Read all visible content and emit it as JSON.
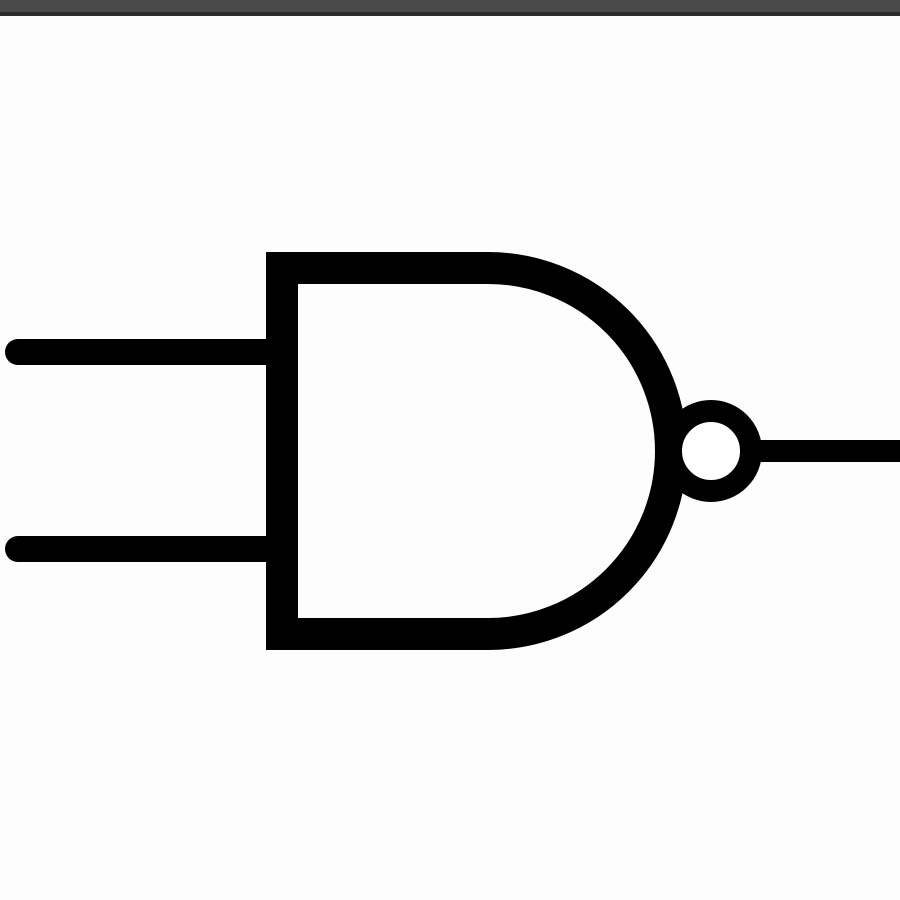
{
  "diagram": {
    "symbol": "nand-gate",
    "inputs": 2,
    "outputs": 1,
    "stroke_color": "#000000",
    "background_color": "#fdfdfd",
    "frame_color": "#4a4a4a"
  }
}
